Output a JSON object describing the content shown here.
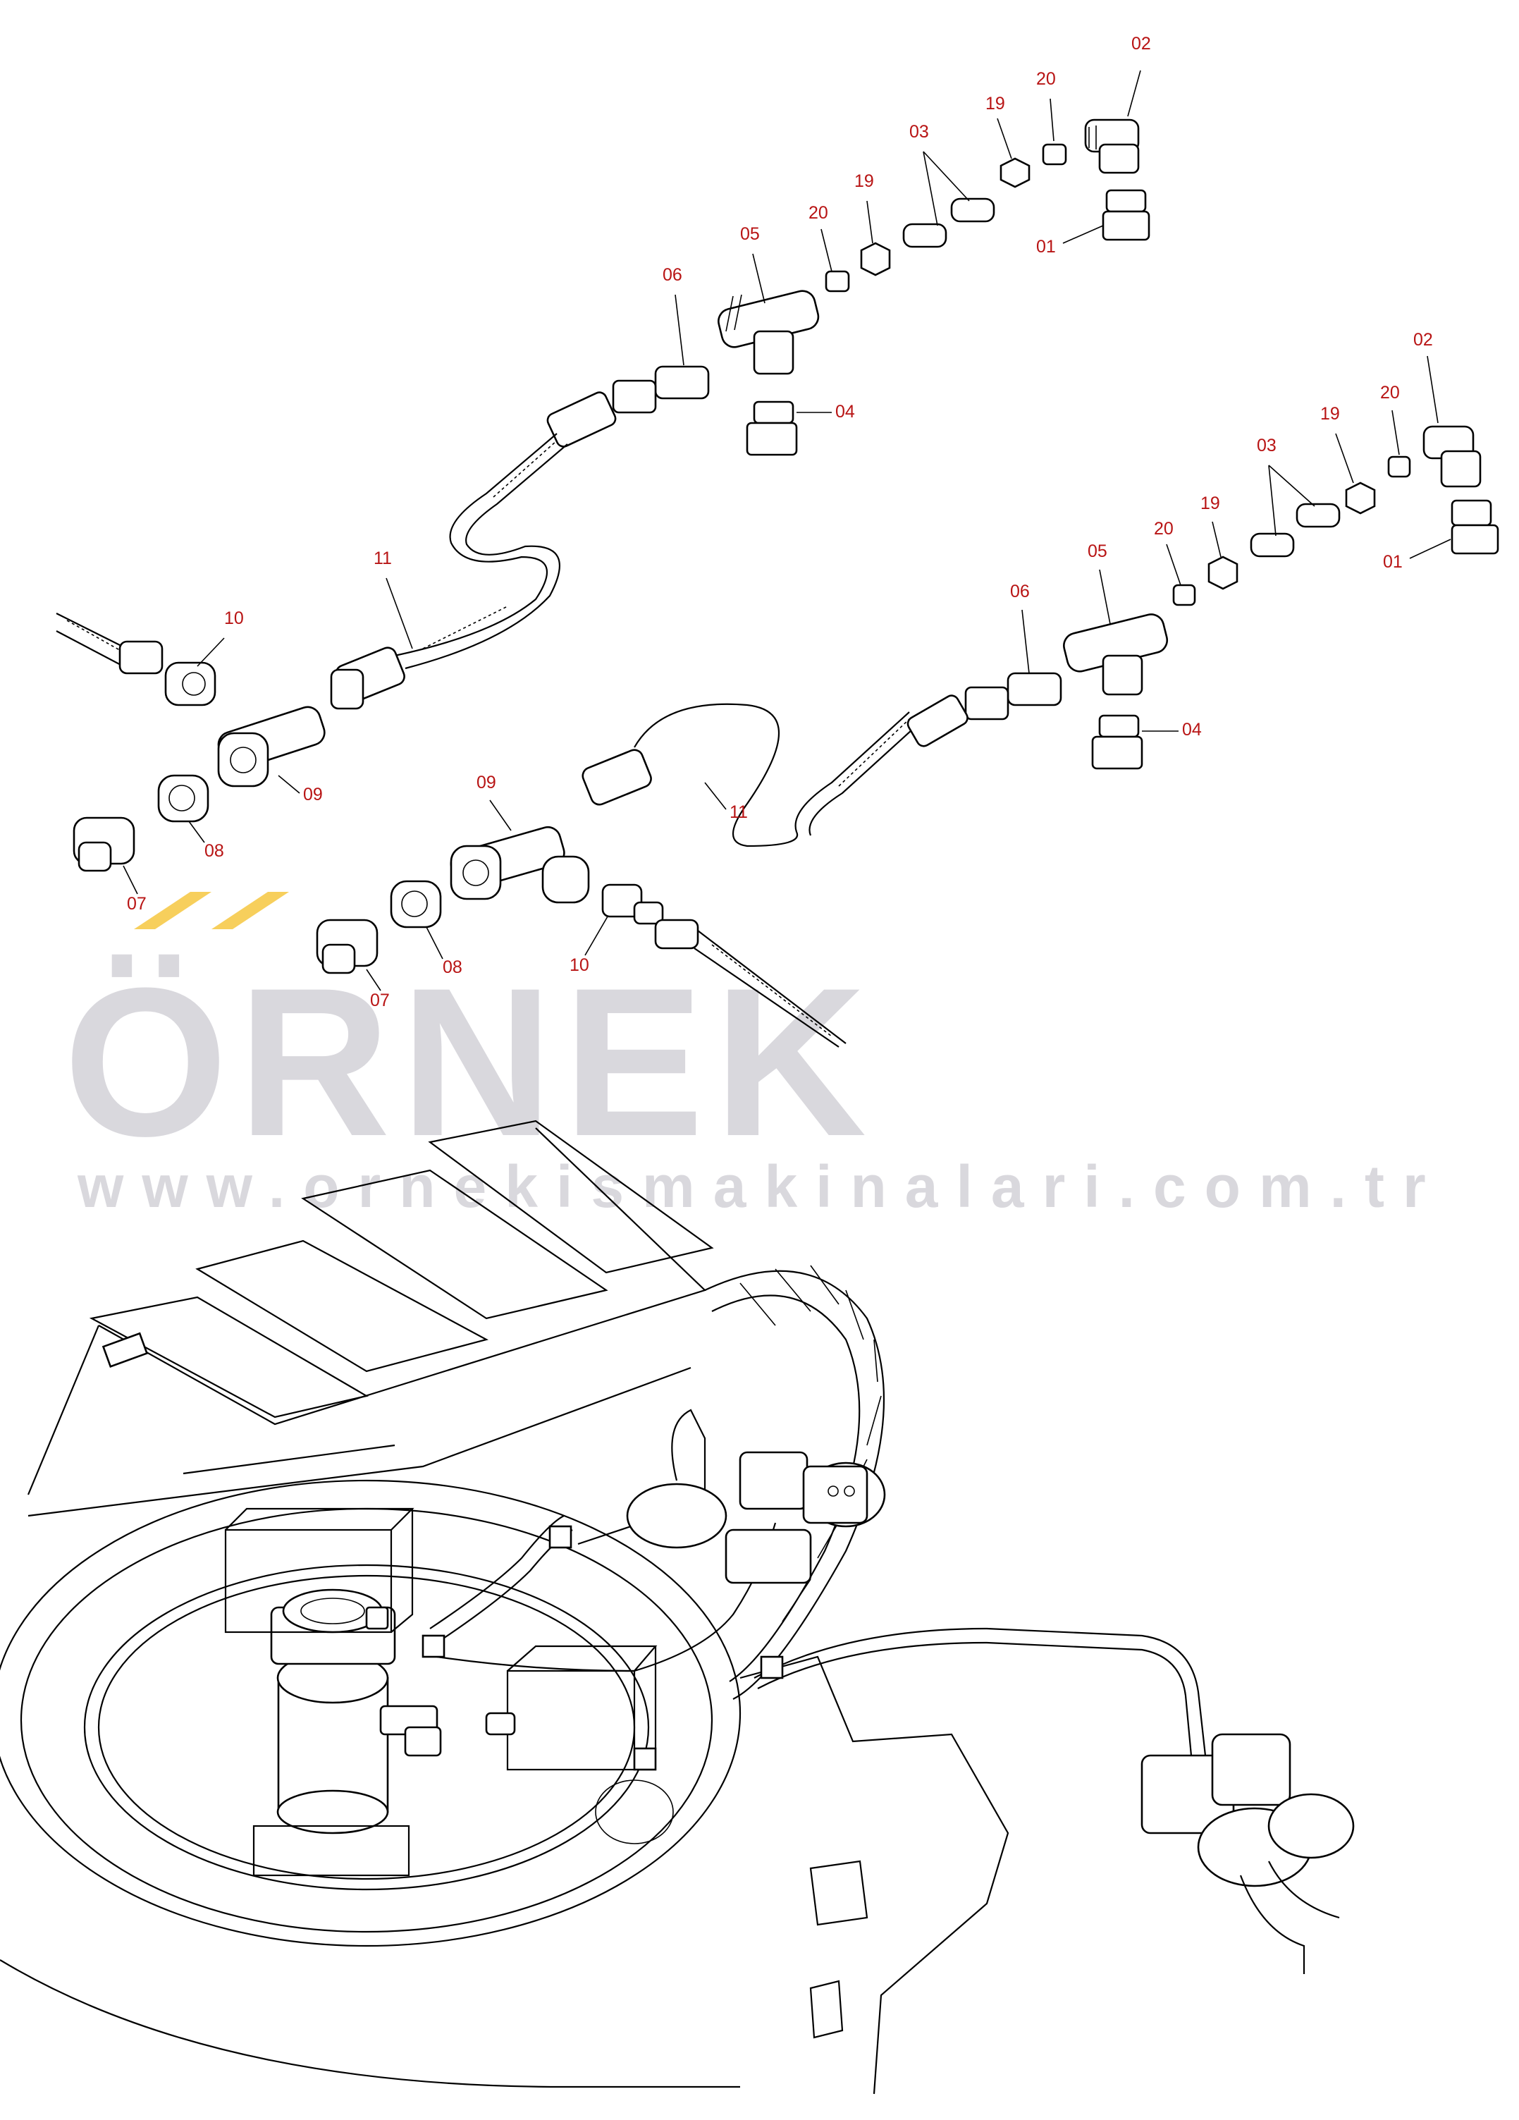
{
  "watermark": {
    "brand": "ÖRNEK",
    "url": "www.ornekismakinalari.com.tr",
    "accent_color": "#f7cf5c",
    "text_color": "#d9d8dd"
  },
  "callout_color": "#b81414",
  "assembly_upper": {
    "labels": [
      "02",
      "20",
      "19",
      "03",
      "01",
      "19",
      "20",
      "05",
      "06",
      "04",
      "11",
      "10",
      "09",
      "08",
      "07"
    ]
  },
  "assembly_lower": {
    "labels": [
      "02",
      "20",
      "19",
      "03",
      "01",
      "20",
      "19",
      "05",
      "06",
      "04",
      "09",
      "11",
      "08",
      "10",
      "07"
    ]
  }
}
